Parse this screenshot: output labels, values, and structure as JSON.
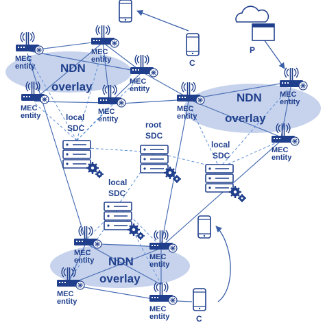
{
  "diagram": {
    "mec_label_1": "MEC",
    "mec_label_2": "entity",
    "ndn_label_1": "NDN",
    "ndn_label_2": "overlay",
    "sdc_local_1": "local",
    "sdc_root_1": "root",
    "sdc_label_2": "SDC",
    "consumer_label": "C",
    "producer_label": "P",
    "colors": {
      "line": "#4a6fb5",
      "dashed": "#5b8fd6",
      "overlay": "#c7d3ec",
      "device": "#1f3f8c",
      "text": "#1f3f8c"
    }
  }
}
